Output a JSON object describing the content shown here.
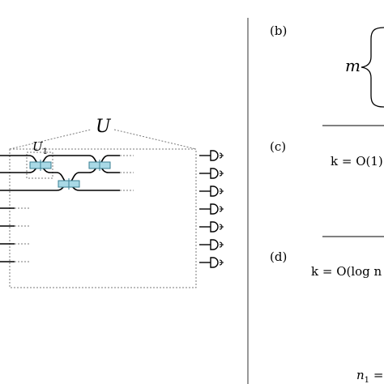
{
  "diagram": {
    "unitary_label": "U",
    "sub_unitary_label": "U",
    "sub_unitary_subscript": "1",
    "detector_count": 7,
    "input_mode_count": 7
  },
  "panels": {
    "b": {
      "label": "(b)",
      "brace_var": "m"
    },
    "c": {
      "label": "(c)",
      "formula": "k = O(1)"
    },
    "d": {
      "label": "(d)",
      "formula": "k = O(log n",
      "bottom_var": "n",
      "bottom_sub": "1",
      "bottom_rest": " ="
    }
  },
  "colors": {
    "beamsplitter_fill": "#a9d9e6",
    "beamsplitter_stroke": "#3a7f93",
    "line": "#000000",
    "dashed": "#7a7a7a",
    "divider": "#555555"
  }
}
